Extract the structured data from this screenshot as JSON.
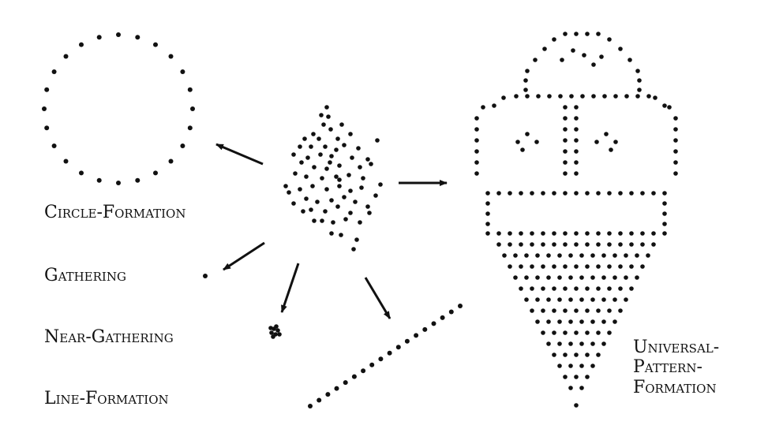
{
  "labels": {
    "circle_formation": "Circle-Formation",
    "gathering": "Gathering",
    "near_gathering": "Near-Gathering",
    "line_formation": "Line-Formation",
    "universal_pattern_formation": [
      "Universal-",
      "Pattern-",
      "Formation"
    ]
  },
  "colors": {
    "ink": "#111111",
    "background": "#ffffff"
  }
}
